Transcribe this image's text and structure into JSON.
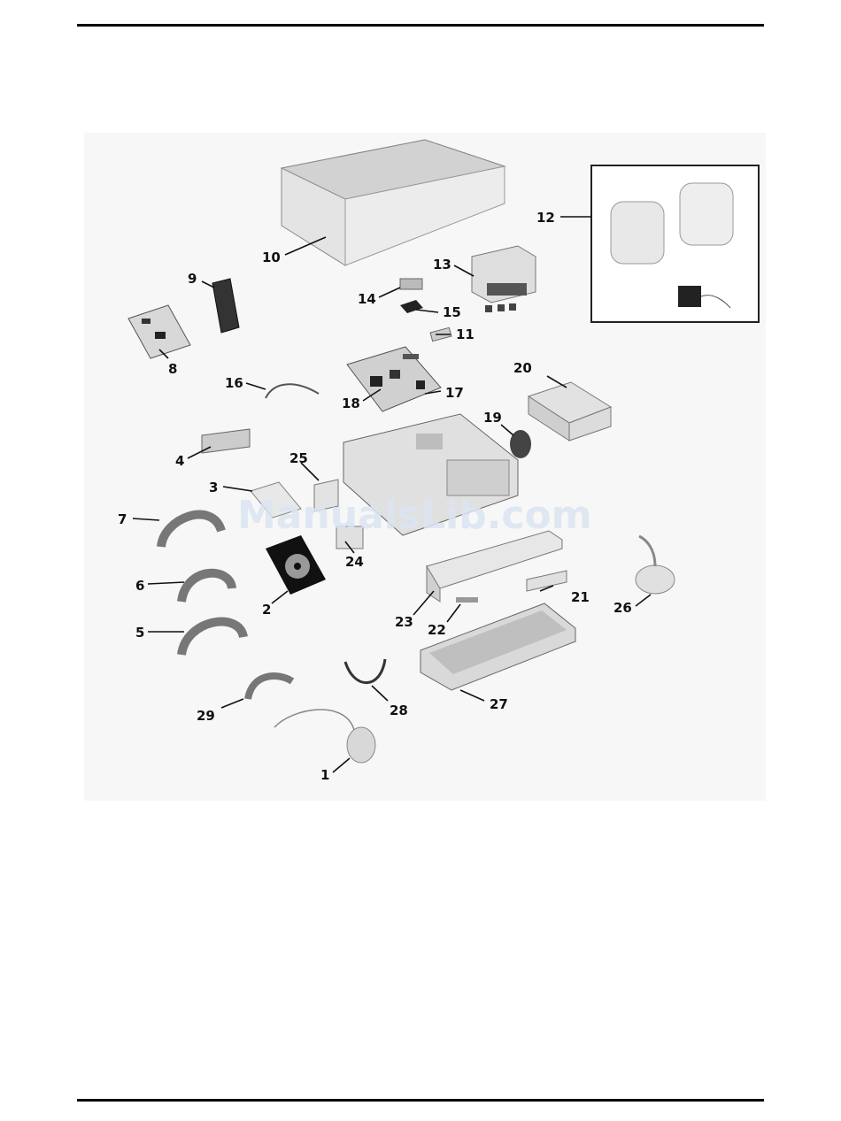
{
  "watermark": "ManualsLib.com",
  "callouts": {
    "c1": "1",
    "c2": "2",
    "c3": "3",
    "c4": "4",
    "c5": "5",
    "c6": "6",
    "c7": "7",
    "c8": "8",
    "c9": "9",
    "c10": "10",
    "c11": "11",
    "c12": "12",
    "c13": "13",
    "c14": "14",
    "c15": "15",
    "c16": "16",
    "c17": "17",
    "c18": "18",
    "c19": "19",
    "c20": "20",
    "c21": "21",
    "c22": "22",
    "c23": "23",
    "c24": "24",
    "c25": "25",
    "c26": "26",
    "c27": "27",
    "c28": "28",
    "c29": "29"
  }
}
